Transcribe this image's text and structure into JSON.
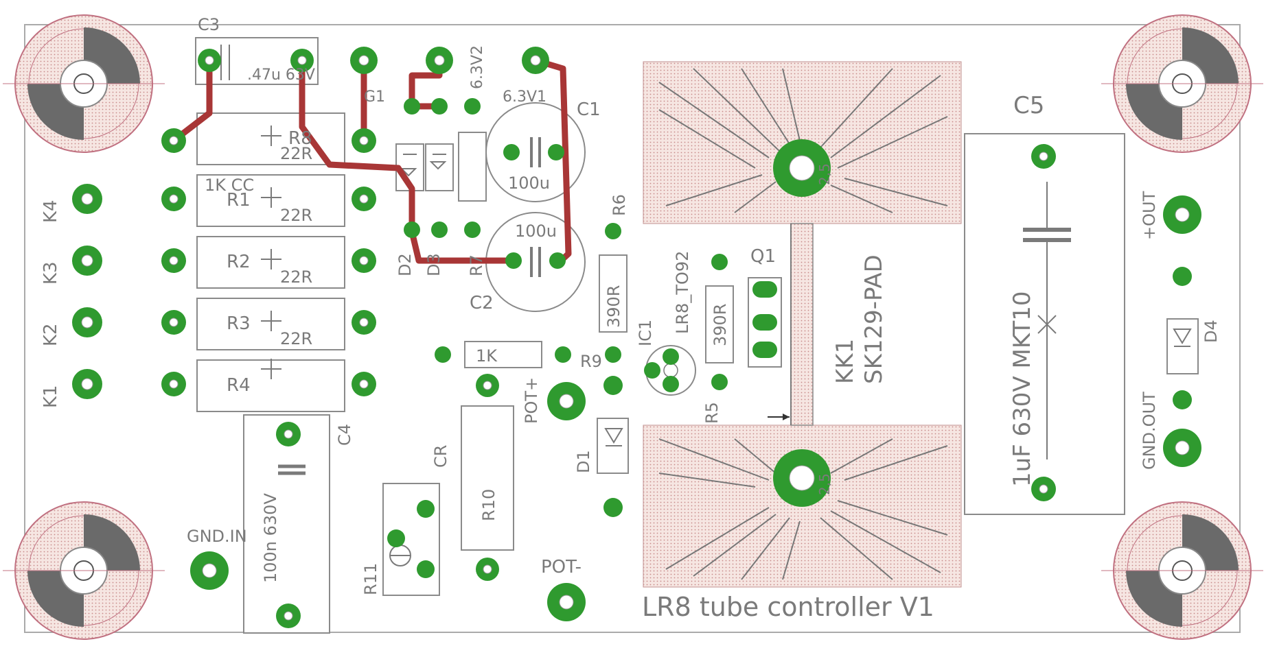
{
  "colors": {
    "pad": "#2f9a2f",
    "trace": "#a83636",
    "silkscreen": "#7a7a7a",
    "pad_fill": "#f0d8d0",
    "mount_ring": "#c07080"
  },
  "board_title": "LR8 tube controller V1",
  "labels": {
    "c3": "C3",
    "c3_value": ".47u 63V",
    "g1": "G1",
    "v63_2": "6.3V2",
    "v63_1": "6.3V1",
    "c1": "C1",
    "c1_value": "100u",
    "c2": "C2",
    "c2_value": "100u",
    "r8": "R8",
    "r8_value": "22R",
    "r1": "R1",
    "r1_value": "22R",
    "r1_extra": "1K CC",
    "r2": "R2",
    "r2_value": "22R",
    "r3": "R3",
    "r3_value": "22R",
    "r4": "R4",
    "k1": "K1",
    "k2": "K2",
    "k3": "K3",
    "k4": "K4",
    "d1": "D1",
    "d2": "D2",
    "d3": "D3",
    "d4": "D4",
    "r7": "R7",
    "r6": "R6",
    "r6_value": "390R",
    "r5": "R5",
    "r5_value": "390R",
    "r9": "R9",
    "r9_value": "1K",
    "r10": "R10",
    "r11": "R11",
    "cr": "CR",
    "c4": "C4",
    "c4_value": "100n 630V",
    "c5": "C5",
    "c5_value": "1uF 630V MKT10",
    "ic1": "IC1",
    "ic1_package": "LR8_TO92",
    "q1": "Q1",
    "kk1": "KK1",
    "kk1_package": "SK129-PAD",
    "hs_top": "2,5",
    "hs_bottom": "2,5",
    "pot_plus": "POT+",
    "pot_minus": "POT-",
    "gnd_in": "GND.IN",
    "out_plus": "+OUT",
    "gnd_out": "GND.OUT"
  }
}
